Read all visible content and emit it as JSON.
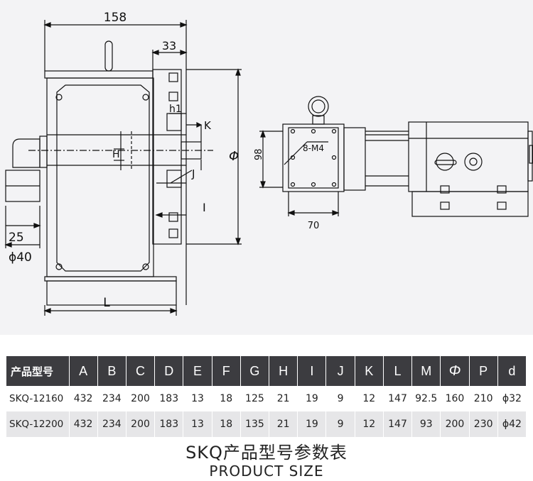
{
  "drawing": {
    "dim_158": "158",
    "dim_33": "33",
    "dim_h1": "h1",
    "dim_K": "K",
    "dim_H": "H",
    "dim_phi": "Φ",
    "dim_J": "J",
    "dim_I": "I",
    "dim_25": "25",
    "dim_phi40": "ϕ40",
    "dim_L": "L",
    "dim_98": "98",
    "dim_8M4": "8-M4",
    "dim_70": "70"
  },
  "table": {
    "headers": [
      "产品型号",
      "A",
      "B",
      "C",
      "D",
      "E",
      "F",
      "G",
      "H",
      "I",
      "J",
      "K",
      "L",
      "M",
      "Φ",
      "P",
      "d"
    ],
    "rows": [
      [
        "SKQ-12160",
        "432",
        "234",
        "200",
        "183",
        "13",
        "18",
        "125",
        "21",
        "19",
        "9",
        "12",
        "147",
        "92.5",
        "160",
        "210",
        "ϕ32"
      ],
      [
        "SKQ-12200",
        "432",
        "234",
        "200",
        "183",
        "13",
        "18",
        "135",
        "21",
        "19",
        "9",
        "12",
        "147",
        "93",
        "200",
        "230",
        "ϕ42"
      ]
    ]
  },
  "title_cn": "SKQ产品型号参数表",
  "title_en": "PRODUCT SIZE"
}
